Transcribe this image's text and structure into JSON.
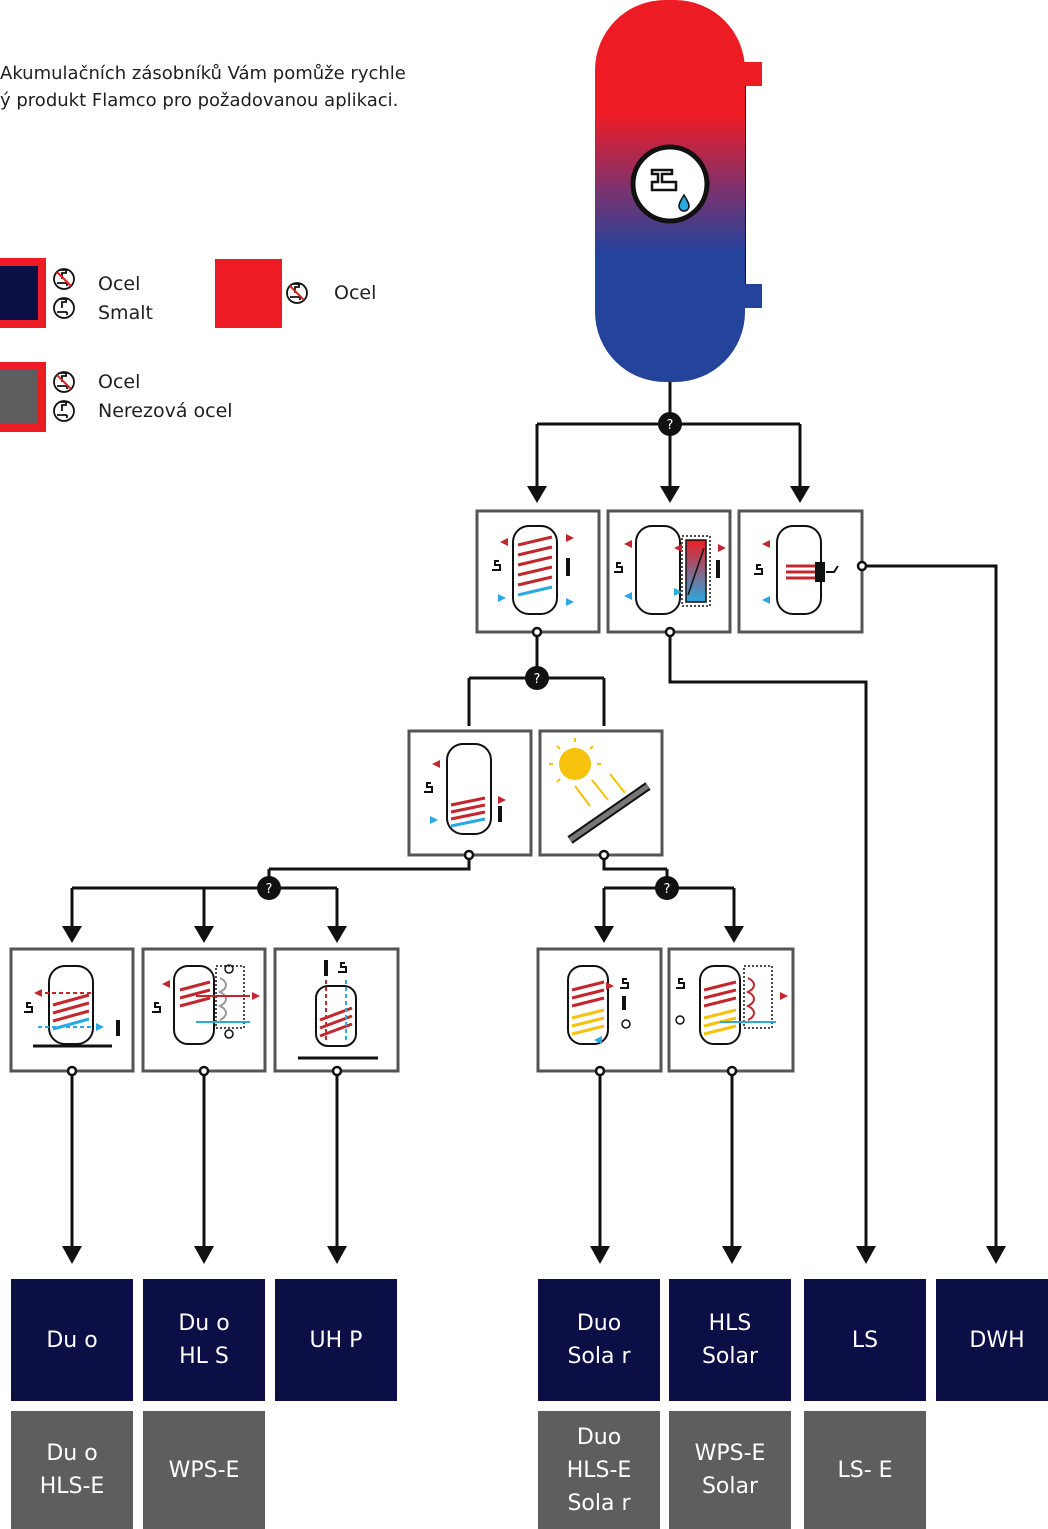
{
  "intro": {
    "line1": "Akumulačních zásobníků Vám pomůže rychle",
    "line2": "ý produkt Flamco pro požadovanou aplikaci."
  },
  "legend": [
    {
      "swatch": "navy with red border",
      "labels": [
        "Ocel",
        "Smalt"
      ]
    },
    {
      "swatch": "red",
      "labels": [
        "Ocel"
      ]
    },
    {
      "swatch": "grey with red border",
      "labels": [
        "Ocel",
        "Nerezová ocel"
      ]
    }
  ],
  "decision_marker": "?",
  "products": {
    "navy": [
      {
        "lines": [
          "Du o"
        ]
      },
      {
        "lines": [
          "Du o",
          "HL S"
        ]
      },
      {
        "lines": [
          "UH P"
        ]
      },
      {
        "lines": [
          "Duo",
          "Sola r"
        ]
      },
      {
        "lines": [
          "HLS",
          "Solar"
        ]
      },
      {
        "lines": [
          "LS"
        ]
      },
      {
        "lines": [
          "DWH"
        ]
      }
    ],
    "grey": [
      {
        "lines": [
          "Du o",
          "HLS-E"
        ]
      },
      {
        "lines": [
          "WPS-E"
        ]
      },
      {
        "lines": [
          "Duo",
          "HLS-E",
          "Sola r"
        ]
      },
      {
        "lines": [
          "WPS-E",
          "Solar"
        ]
      },
      {
        "lines": [
          "LS- E"
        ]
      }
    ]
  },
  "colors": {
    "navy": "#0b0f45",
    "grey": "#5e5e60",
    "red": "#ed1c24",
    "blue": "#24439b",
    "coil_red": "#c1272d",
    "flow_blue": "#29a9e1",
    "sun": "#f7c20e"
  }
}
